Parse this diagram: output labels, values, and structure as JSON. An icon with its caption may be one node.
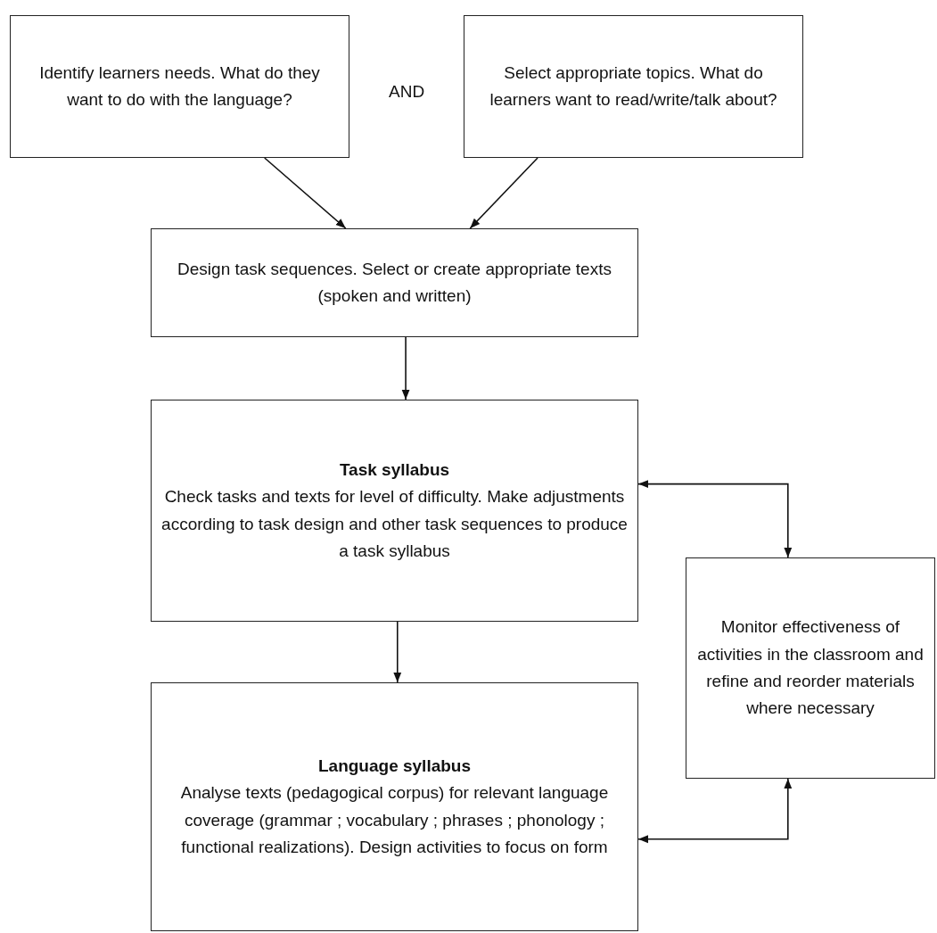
{
  "diagram": {
    "nodes": [
      {
        "text": [
          "Identify learners needs. What do they want to do with the language?"
        ]
      },
      {
        "text": [
          "Select appropriate topics. What do learners want to read/write/talk about?"
        ]
      },
      {
        "text": [
          "Design task sequences. Select or create appropriate texts (spoken and written)"
        ]
      },
      {
        "text": [
          "Task syllabus",
          "Check tasks and texts for level of difficulty. Make adjustments according to task design and other task sequences to produce a task syllabus"
        ]
      },
      {
        "text": [
          "Monitor effectiveness of activities in the classroom and refine and reorder materials where necessary"
        ]
      },
      {
        "text": [
          "Language syllabus",
          "Analyse texts (pedagogical corpus) for relevant language coverage (grammar ; vocabulary ; phrases ; phonology ; functional realizations). Design activities to focus on form"
        ]
      }
    ],
    "edges": [
      {
        "from": 0,
        "to": 2,
        "arrow": "to"
      },
      {
        "from": 1,
        "to": 2,
        "arrow": "to"
      },
      {
        "from": 2,
        "to": 3,
        "arrow": "to"
      },
      {
        "from": 3,
        "to": 5,
        "arrow": "to"
      },
      {
        "from": 3,
        "to": 4,
        "arrow": "both"
      },
      {
        "from": 5,
        "to": 4,
        "arrow": "both"
      }
    ],
    "labels": [
      "AND"
    ]
  }
}
